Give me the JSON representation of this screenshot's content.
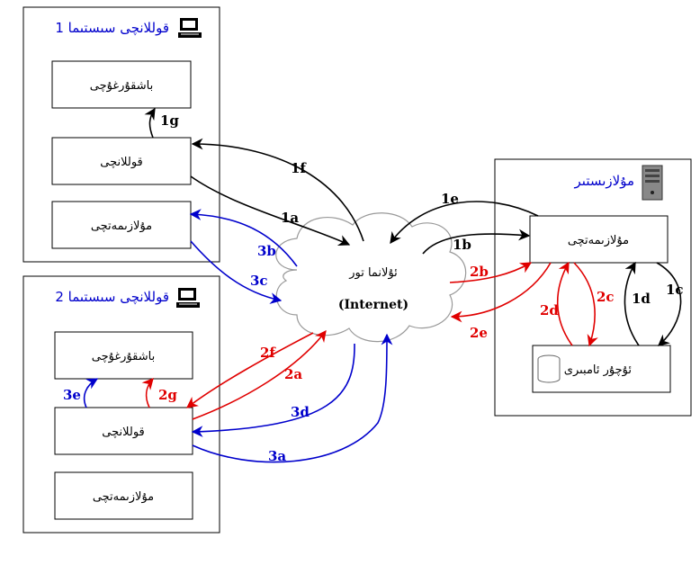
{
  "colors": {
    "black": "#000000",
    "blue": "#0000cc",
    "red": "#e00000",
    "title_blue": "#0000cc"
  },
  "system1": {
    "title": "قوللانچى سىستىما 1",
    "icon": "computer-icon",
    "boxes": {
      "top": "باشقۇرغۇچى",
      "middle": "قوللانچى",
      "bottom": "مۇلازىمەتچى"
    }
  },
  "system2": {
    "title": "قوللانچى سىستىما 2",
    "icon": "computer-icon",
    "boxes": {
      "top": "باشقۇرغۇچى",
      "middle": "قوللانچى",
      "bottom": "مۇلازىمەتچى"
    }
  },
  "server": {
    "title": "مۇلازىستىر",
    "icon": "server-tower-icon",
    "boxes": {
      "top": "مۇلازىمەتچى",
      "bottom": "ئۇچۇر ئامبىرى"
    },
    "db_icon": "database-icon"
  },
  "cloud": {
    "line1": "ئۇلانما تور",
    "line2": "(Internet)"
  },
  "labels": {
    "l1a": "1a",
    "l1b": "1b",
    "l1c": "1c",
    "l1d": "1d",
    "l1e": "1e",
    "l1f": "1f",
    "l1g": "1g",
    "l2a": "2a",
    "l2b": "2b",
    "l2c": "2c",
    "l2d": "2d",
    "l2e": "2e",
    "l2f": "2f",
    "l2g": "2g",
    "l3a": "3a",
    "l3b": "3b",
    "l3c": "3c",
    "l3d": "3d",
    "l3e": "3e"
  }
}
